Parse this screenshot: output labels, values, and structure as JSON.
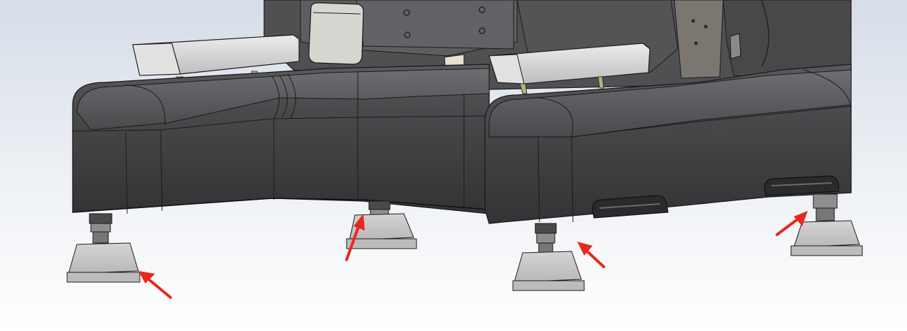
{
  "scene": {
    "subject": "cad-model-base-with-adjustable-feet",
    "colors": {
      "background_top": "#d6dde8",
      "background_bottom": "#ffffff",
      "body_dark": "#3c3c3e",
      "body_light": "#5a5a5d",
      "edge_line": "#1a1a1a",
      "foot_pad": "#c9c9c9",
      "foot_pad_shade": "#a9a9a9",
      "rod_green": "#2f8a2a",
      "bracket_cream": "#e6e2d0",
      "annotation_arrow": "#e8281e"
    }
  },
  "feet": [
    {
      "name": "front-left-foot"
    },
    {
      "name": "front-center-foot"
    },
    {
      "name": "rear-center-foot"
    },
    {
      "name": "rear-right-foot"
    }
  ],
  "annotations": {
    "arrow_count": 4
  }
}
